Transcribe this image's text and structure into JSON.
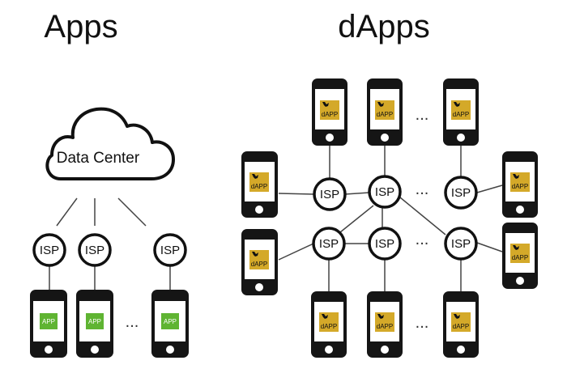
{
  "apps_side": {
    "heading": "Apps",
    "cloud_label": "Data Center",
    "isp_labels": [
      "ISP",
      "ISP",
      "ISP"
    ],
    "phone_app_labels": [
      "APP",
      "APP",
      "APP"
    ],
    "ellipsis": "..."
  },
  "dapps_side": {
    "heading": "dApps",
    "isp_labels": [
      "ISP",
      "ISP",
      "ISP",
      "ISP",
      "ISP",
      "ISP"
    ],
    "phone_app_labels": [
      "dAPP",
      "dAPP",
      "dAPP",
      "dAPP",
      "dAPP",
      "dAPP",
      "dAPP",
      "dAPP",
      "dAPP",
      "dAPP"
    ],
    "ellipses": [
      "...",
      "...",
      "...",
      "..."
    ]
  },
  "colors": {
    "app_screen": "#5fb432",
    "dapp_screen": "#d4a929",
    "stroke": "#111111",
    "line": "#444444"
  },
  "icons": {
    "dapp_logo": "dapp-logo-icon",
    "phone": "smartphone-icon",
    "cloud": "cloud-icon"
  }
}
